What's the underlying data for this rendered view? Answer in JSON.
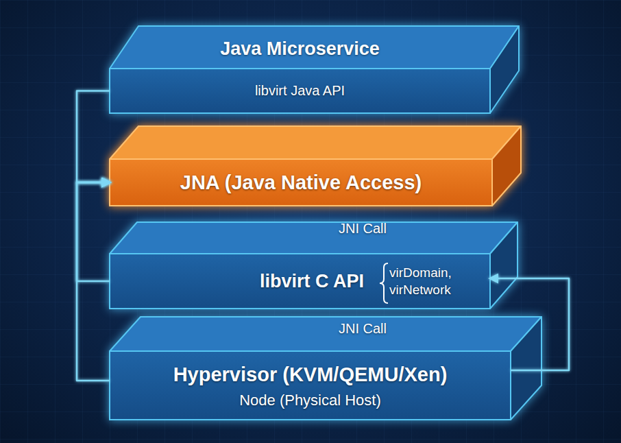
{
  "diagram": {
    "nodes": [
      {
        "text": [
          "Java Microservice",
          "libvirt Java API"
        ]
      },
      {
        "text": [
          "JNA (Java Native Access)"
        ]
      },
      {
        "text": [
          "libvirt C API",
          "virDomain, virNetwork"
        ]
      },
      {
        "text": [
          "Hypervisor (KVM/QEMU/Xen)",
          "Node (Physical Host)"
        ]
      }
    ],
    "edges": [
      {
        "from": 0,
        "to": 1,
        "arrow": "to"
      },
      {
        "from": 0,
        "to": 1,
        "arrow": "to"
      },
      {
        "from": 1,
        "to": 2,
        "arrow": "to"
      },
      {
        "from": 2,
        "to": 1,
        "label": "JNI Call",
        "arrow": "to"
      },
      {
        "from": 3,
        "to": 2,
        "arrow": "to"
      },
      {
        "from": 2,
        "to": 3,
        "label": "JNI Call",
        "arrow": "to"
      },
      {
        "from": 0,
        "to": 1,
        "arrow": "to"
      },
      {
        "from": 2,
        "to": 1,
        "arrow": "to"
      },
      {
        "from": 3,
        "to": 1,
        "arrow": "to"
      },
      {
        "from": 3,
        "to": 2,
        "arrow": "to"
      }
    ]
  }
}
